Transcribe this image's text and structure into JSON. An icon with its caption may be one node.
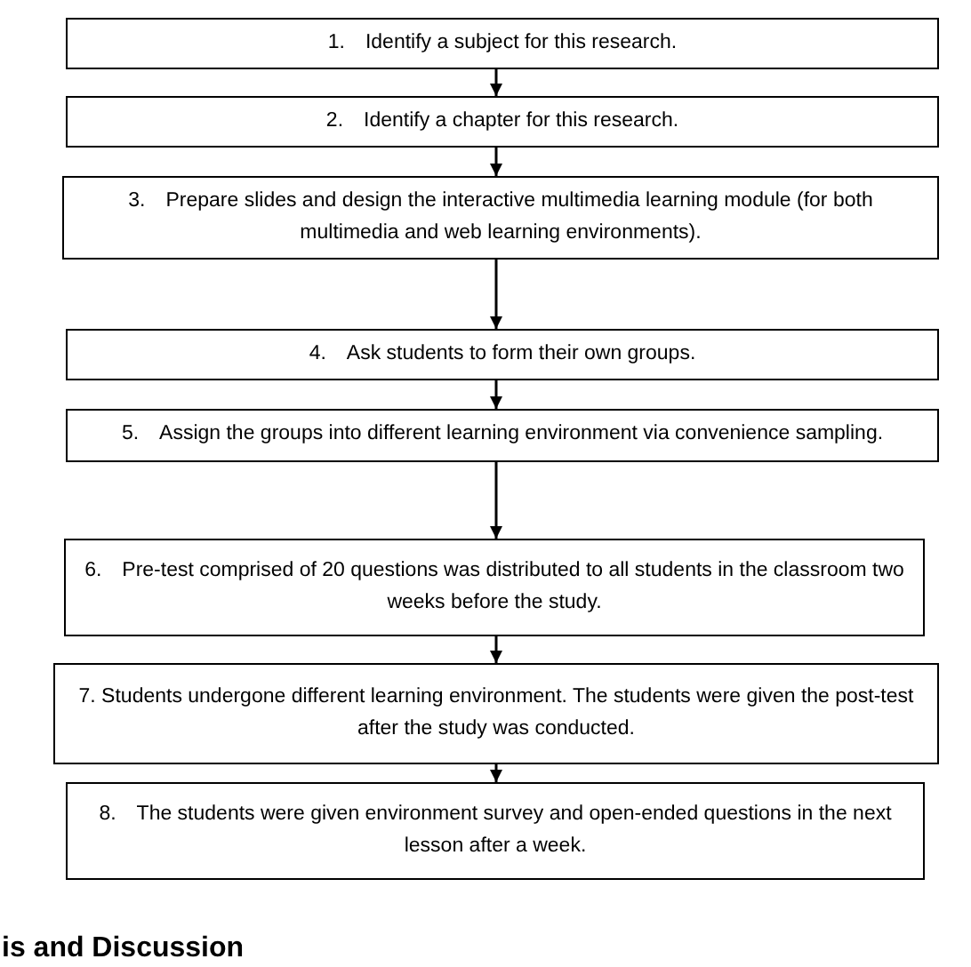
{
  "diagram": {
    "nodes": [
      {
        "text": [
          "1. Identify a subject for this research."
        ]
      },
      {
        "text": [
          "2. Identify a chapter for this research."
        ]
      },
      {
        "text": [
          "3. Prepare slides and design the interactive multimedia learning module (for both multimedia and web learning environments)."
        ]
      },
      {
        "text": [
          "4. Ask students to form their own groups."
        ]
      },
      {
        "text": [
          "5. Assign the groups into different learning environment via convenience sampling."
        ]
      },
      {
        "text": [
          "6. Pre-test comprised of 20 questions was distributed to all students in the classroom two weeks before the study."
        ]
      },
      {
        "text": [
          "7. Students undergone different learning environment. The students were given the post-test after the study was conducted."
        ]
      },
      {
        "text": [
          "8. The students were given environment survey and open-ended questions in the next lesson after a week."
        ]
      }
    ],
    "edges": [
      {
        "from": 0,
        "to": 1,
        "arrow": "to"
      },
      {
        "from": 1,
        "to": 2,
        "arrow": "to"
      },
      {
        "from": 2,
        "to": 3,
        "arrow": "to"
      },
      {
        "from": 3,
        "to": 4,
        "arrow": "to"
      },
      {
        "from": 4,
        "to": 5,
        "arrow": "to"
      },
      {
        "from": 5,
        "to": 6,
        "arrow": "to"
      },
      {
        "from": 6,
        "to": 7,
        "arrow": "to"
      }
    ],
    "labels": [
      "is and Discussion"
    ]
  }
}
